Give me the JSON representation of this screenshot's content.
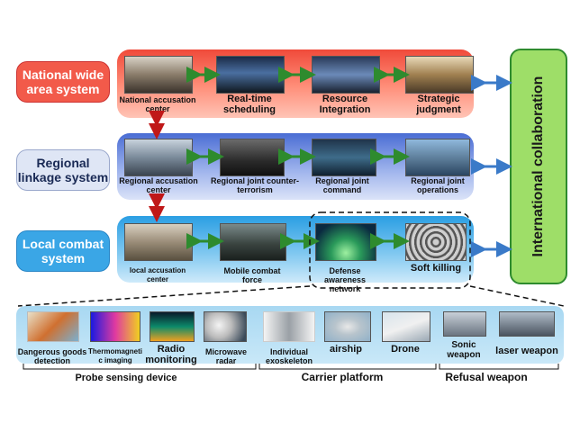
{
  "levels": {
    "national": "National wide area system",
    "regional": "Regional linkage system",
    "local": "Local combat system"
  },
  "national_items": [
    "National accusation center",
    "Real-time scheduling",
    "Resource Integration",
    "Strategic judgment"
  ],
  "regional_items": [
    "Regional accusation center",
    "Regional joint counter-terrorism",
    "Regional joint command",
    "Regional joint operations"
  ],
  "local_items": [
    "local accusation center",
    "Mobile combat force",
    "Defense awareness network",
    "Soft killing"
  ],
  "international": "International collaboration",
  "devices": [
    "Dangerous goods detection",
    "Thermomagnetic imaging",
    "Radio monitoring",
    "Microwave radar",
    "Individual exoskeleton",
    "airship",
    "Drone",
    "Sonic weapon",
    "laser weapon"
  ],
  "groups": [
    "Probe sensing device",
    "Carrier platform",
    "Refusal weapon"
  ],
  "colors": {
    "national_band": "#e02020",
    "regional_band": "#3b5fc8",
    "local_band": "#2a9ee0",
    "arrow_green": "#2e8b2e",
    "arrow_blue": "#3a7ac8",
    "arrow_red": "#c01818",
    "international_fill": "#9ede68"
  }
}
